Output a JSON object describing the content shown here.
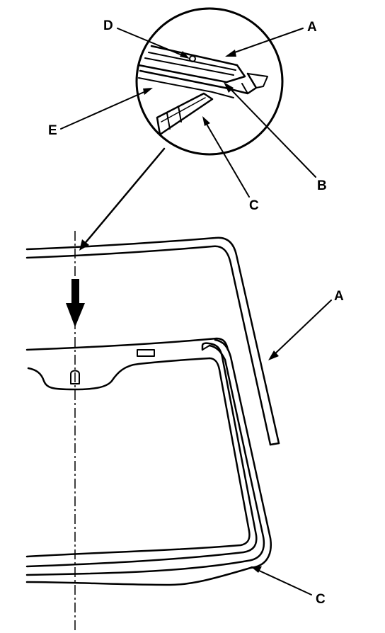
{
  "diagram": {
    "labels": {
      "a_top": "A",
      "d": "D",
      "e": "E",
      "b": "B",
      "c_top": "C",
      "a_side": "A",
      "c_bottom": "C"
    },
    "colors": {
      "line": "#000000",
      "background": "#ffffff"
    }
  }
}
